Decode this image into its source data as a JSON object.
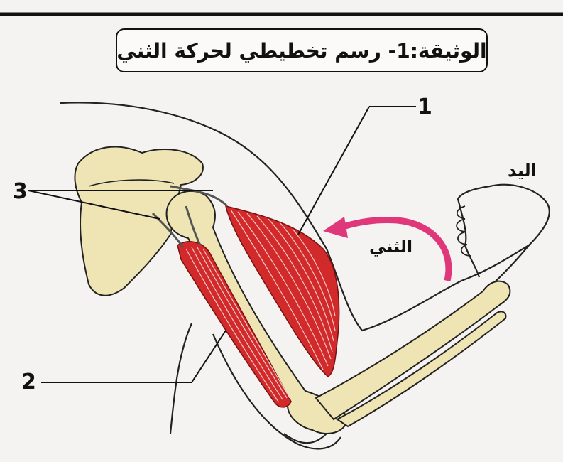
{
  "title": "الوثيقة:1- رسم تخطيطي لحركة الثني",
  "labels": {
    "one": "1",
    "two": "2",
    "three": "3",
    "hand": "اليد",
    "flexion": "الثني"
  },
  "colors": {
    "bone": "#efe4b4",
    "muscle": "#d22a2a",
    "muscle_fiber": "#f3c9c9",
    "arrow": "#e0367a",
    "outline": "#222222",
    "background": "#f4f3f1"
  }
}
